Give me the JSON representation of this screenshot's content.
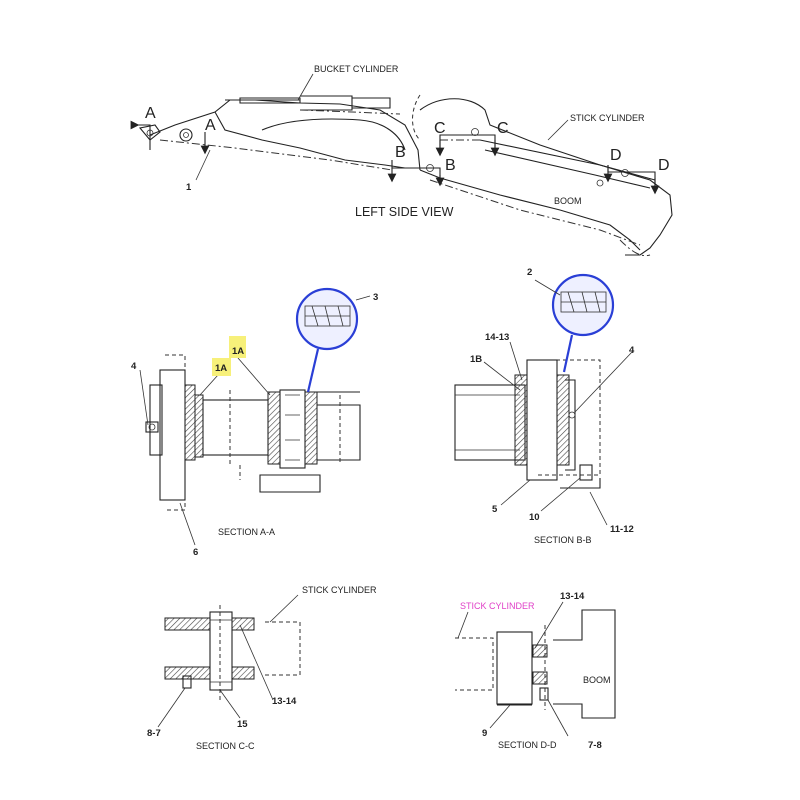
{
  "top_view": {
    "view_title": "LEFT SIDE VIEW",
    "bucket_cylinder_label": "BUCKET CYLINDER",
    "stick_cylinder_label": "STICK CYLINDER",
    "boom_label": "BOOM",
    "callout_1": "1",
    "section_letters": {
      "a": "A",
      "b": "B",
      "c": "C",
      "d": "D"
    }
  },
  "section_aa": {
    "title": "SECTION A-A",
    "callout_1a": "1A",
    "callout_3": "3",
    "callout_4": "4",
    "callout_6": "6"
  },
  "section_bb": {
    "title": "SECTION B-B",
    "callout_2": "2",
    "callout_14_13": "14-13",
    "callout_1b": "1B",
    "callout_4": "4",
    "callout_5": "5",
    "callout_10": "10",
    "callout_11_12": "11-12"
  },
  "section_cc": {
    "title": "SECTION C-C",
    "stick_cylinder_label": "STICK CYLINDER",
    "callout_13_14": "13-14",
    "callout_8_7": "8-7",
    "callout_15": "15"
  },
  "section_dd": {
    "title": "SECTION D-D",
    "stick_cylinder_label": "STICK CYLINDER",
    "boom_label": "BOOM",
    "callout_13_14": "13-14",
    "callout_9": "9",
    "callout_7_8": "7-8"
  },
  "colors": {
    "highlight": "#f7f07a",
    "detail_circle": "#2a3fd6",
    "pink_label": "#e040c8"
  }
}
